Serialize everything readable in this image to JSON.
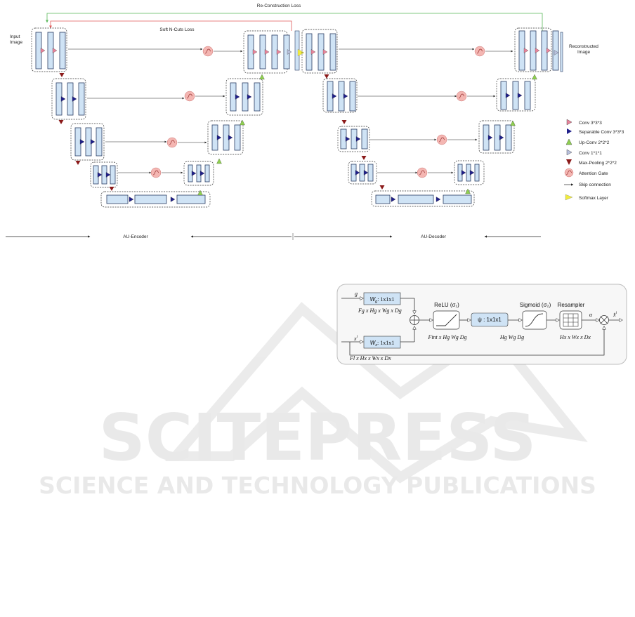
{
  "top": {
    "reconstruction_loss": "Re-Construction Loss",
    "soft_ncuts_loss": "Soft N-Cuts Loss",
    "input_image": [
      "Input",
      "Image"
    ],
    "reconstructed_image": [
      "Reconstructed",
      "Image"
    ]
  },
  "legend": [
    {
      "icon": "conv-3x3x3-icon",
      "label": "Conv 3*3*3",
      "color": "#e9849b"
    },
    {
      "icon": "separable-conv-icon",
      "label": "Separable Conv 3*3*3",
      "color": "#1f1f8a"
    },
    {
      "icon": "up-conv-icon",
      "label": "Up-Conv 2*2*2",
      "color": "#8fd14f"
    },
    {
      "icon": "conv-1x1x1-icon",
      "label": "Conv 1*1*1",
      "color": "#b9c1de"
    },
    {
      "icon": "max-pooling-icon",
      "label": "Max-Pooling 2*2*2",
      "color": "#8b1a1a"
    },
    {
      "icon": "attention-gate-icon",
      "label": "Attention Gate",
      "color": "#f4b6b2"
    },
    {
      "icon": "skip-connection-icon",
      "label": "Skip connection"
    },
    {
      "icon": "softmax-layer-icon",
      "label": "Softmax Layer",
      "color": "#f1ec3c"
    }
  ],
  "bottom": {
    "encoder": "AU-Encoder",
    "decoder": "AU-Decoder"
  },
  "gate": {
    "g": "g",
    "xl": "x",
    "xl_sup": "l",
    "wg": "W",
    "wg_sub": "g",
    "wg_rest": ": 1x1x1",
    "wx": "W",
    "wx_sub": "x",
    "wx_rest": ": 1x1x1",
    "g_dims": "F",
    "g_dims_full": "Fg x Hg x Wg x Dg",
    "x_dims_full": "Fl x Hx x Wx x Dx",
    "relu": "ReLU (σ₁)",
    "psi": "ψ : 1x1x1",
    "sigmoid": "Sigmoid (σ₂)",
    "resampler": "Resampler",
    "int_dims": "Fint x Hg Wg Dg",
    "psi_dims": "Hg Wg Dg",
    "res_dims": "Hx x Wx x Dx",
    "alpha": "α",
    "xhat": "x̂",
    "xhat_sup": "l"
  },
  "watermark": {
    "main": "SCITEPRESS",
    "sub": "SCIENCE AND TECHNOLOGY PUBLICATIONS"
  }
}
